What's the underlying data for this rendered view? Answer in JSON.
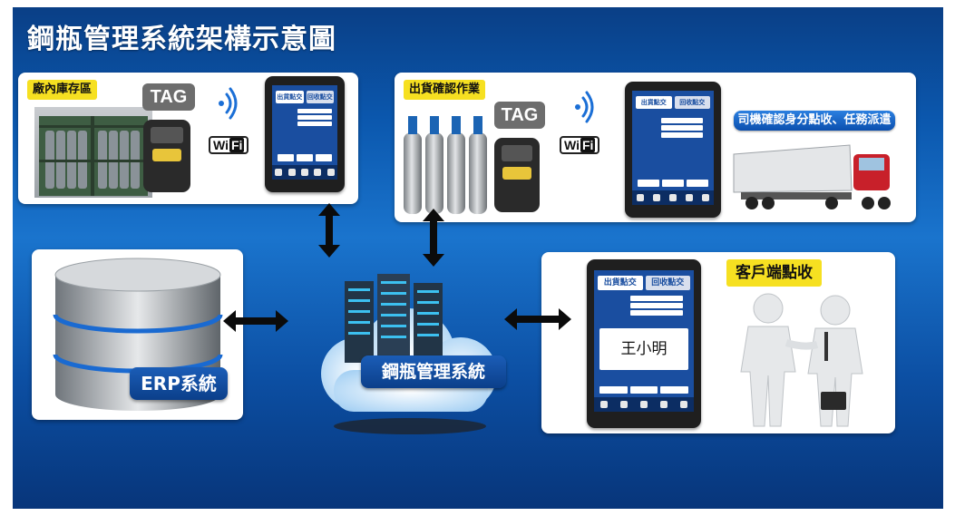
{
  "title": "鋼瓶管理系統架構示意圖",
  "warehouse": {
    "label": "廠內庫存區",
    "tag": "TAG",
    "wifi_a": "Wi",
    "wifi_b": "Fi"
  },
  "shipping": {
    "label": "出貨確認作業",
    "tag": "TAG",
    "wifi_a": "Wi",
    "wifi_b": "Fi",
    "driver_note": "司機確認身分點收、任務派遣"
  },
  "erp": {
    "label": "ERP系統"
  },
  "server": {
    "label": "鋼瓶管理系統"
  },
  "customer": {
    "label": "客戶端點收",
    "signature": "王小明"
  },
  "tablet": {
    "tab_ship": "出貨點交",
    "tab_return": "回收點交"
  },
  "colors": {
    "background": "#0b57ad",
    "accent_yellow": "#f6e021",
    "tablet_screen": "#1a4ea0"
  }
}
